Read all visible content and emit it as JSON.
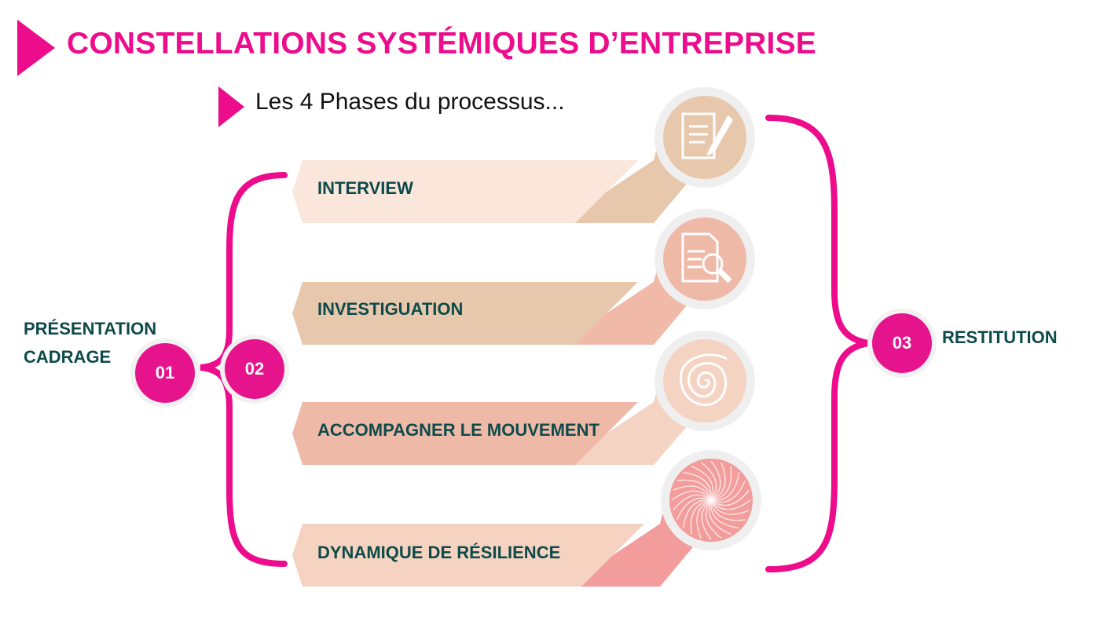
{
  "title": "CONSTELLATIONS SYSTÉMIQUES D’ENTREPRISE",
  "subtitle": "Les 4 Phases du processus...",
  "left_label": {
    "line1": "PRÉSENTATION",
    "line2": "CADRAGE"
  },
  "right_label": "RESTITUTION",
  "steps": [
    {
      "num": "01"
    },
    {
      "num": "02"
    },
    {
      "num": "03"
    }
  ],
  "phases": [
    {
      "label": "INTERVIEW",
      "icon": "notepad-pencil-icon",
      "banner": "#fae6da",
      "band": "#e8c8ac",
      "circle": "#e8c8ac"
    },
    {
      "label": "INVESTIGUATION",
      "icon": "document-search-icon",
      "banner": "#e8c8ac",
      "band": "#f0b9a8",
      "circle": "#efb9a8"
    },
    {
      "label": "ACCOMPAGNER LE MOUVEMENT",
      "icon": "spiral-icon",
      "banner": "#efb9a8",
      "band": "#f5d3c3",
      "circle": "#f5d3c3"
    },
    {
      "label": "DYNAMIQUE DE RÉSILIENCE",
      "icon": "swirl-icon",
      "banner": "#f6d3c1",
      "band": "#f29d9b",
      "circle": "#f29d9b"
    }
  ],
  "colors": {
    "accent": "#ec0c8c",
    "text": "#0d4a4a"
  }
}
